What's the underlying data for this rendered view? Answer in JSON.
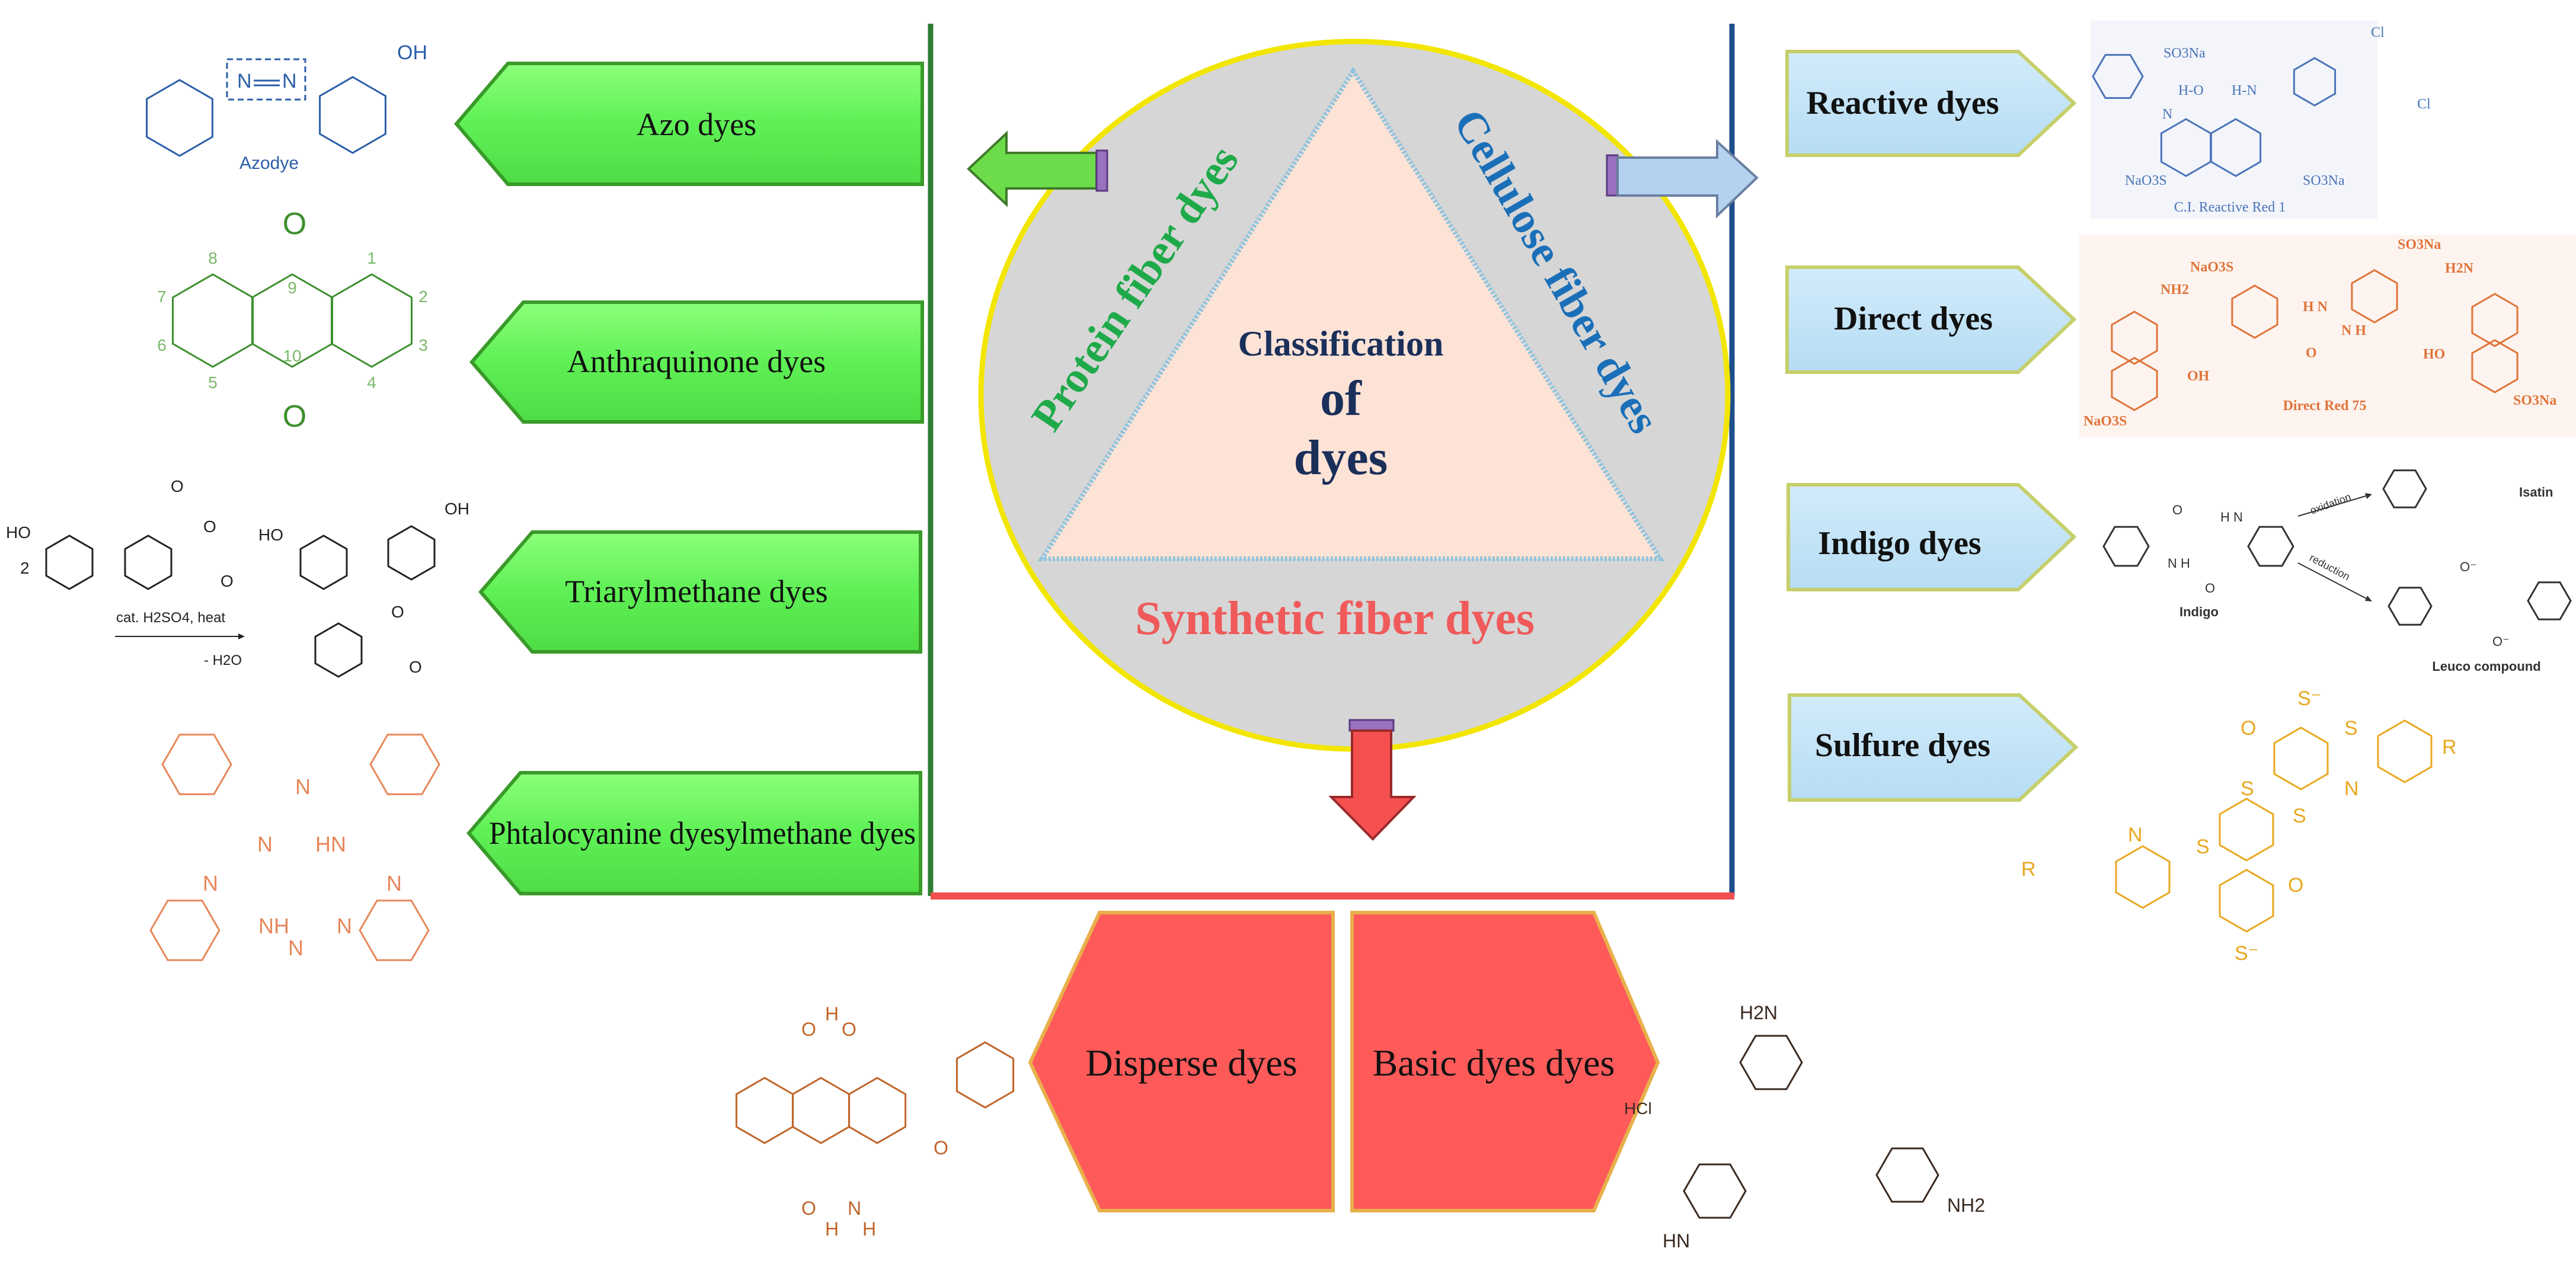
{
  "center": {
    "title_line1": "Classification",
    "title_line2": "of",
    "title_line3": "dyes",
    "protein": "Protein fiber dyes",
    "cellulose": "Cellulose fiber dyes",
    "synthetic": "Synthetic fiber dyes"
  },
  "protein_classes": [
    "Azo dyes",
    "Anthraquinone dyes",
    "Triarylmethane dyes",
    "Phtalocyanine dyesylmethane dyes"
  ],
  "cellulose_classes": [
    "Reactive dyes",
    "Direct dyes",
    "Indigo dyes",
    "Sulfure dyes"
  ],
  "synthetic_classes": [
    "Disperse dyes",
    "Basic dyes dyes"
  ],
  "structures": {
    "azo": {
      "label": "Azodye",
      "n1": "N",
      "n2": "N",
      "oh": "OH"
    },
    "anthraquinone": {
      "o_top": "O",
      "o_bottom": "O",
      "positions": [
        "1",
        "2",
        "3",
        "4",
        "5",
        "6",
        "7",
        "8",
        "9",
        "10"
      ]
    },
    "triarylmethane": {
      "ho": "HO",
      "coeff": "2",
      "o1": "O",
      "o2": "O",
      "o3": "O",
      "conditions": "cat. H2SO4, heat",
      "byproduct": "- H2O",
      "p_ho": "HO",
      "p_oh": "OH",
      "p_o1": "O",
      "p_o2": "O"
    },
    "phthalocyanine": {
      "n_top": "N",
      "n_l": "N",
      "hn": "HN",
      "n_ll": "N",
      "n_rr": "N",
      "nh": "NH",
      "n_r": "N",
      "n_bottom": "N"
    },
    "reactive": {
      "name": "C.I. Reactive Red 1",
      "so3na_1": "SO3Na",
      "cl_1": "Cl",
      "cl_2": "Cl",
      "nao3s": "NaO3S",
      "so3na_2": "SO3Na",
      "ho": "H-O",
      "hn": "H-N",
      "n": "N"
    },
    "direct": {
      "name": "Direct Red 75",
      "nao3s_1": "NaO3S",
      "nh2": "NH2",
      "so3na_1": "SO3Na",
      "h2n": "H2N",
      "oh": "OH",
      "ho": "HO",
      "nao3s_2": "NaO3S",
      "so3na_2": "SO3Na",
      "urea_o": "O",
      "nh_1": "H N",
      "nh_2": "N H"
    },
    "indigo": {
      "name": "Indigo",
      "oxidation": "oxidation",
      "reduction": "reduction",
      "isatin": "Isatin",
      "leuco": "Leuco compound",
      "o1": "O",
      "o2": "O",
      "nh1": "N H",
      "nh2": "H N",
      "o_minus1": "O⁻",
      "o_minus2": "O⁻"
    },
    "sulfur": {
      "s_minus_top": "S⁻",
      "s_minus_bottom": "S⁻",
      "o1": "O",
      "o2": "O",
      "s1": "S",
      "s2": "S",
      "s3": "S",
      "s4": "S",
      "n1": "N",
      "n2": "N",
      "r1": "R",
      "r2": "R"
    },
    "disperse": {
      "o1": "O",
      "h1": "H",
      "o2": "O",
      "o3": "O",
      "n": "N",
      "h2": "H",
      "h3": "H",
      "o_ether": "O"
    },
    "basic": {
      "h2n": "H2N",
      "nh2": "NH2",
      "hn": "HN",
      "hcl": "HCl"
    }
  },
  "colors": {
    "protein": "#1faa4a",
    "cellulose": "#1a6fb8",
    "synthetic": "#f05a5a",
    "title": "#1a2f5a",
    "green_box": "#62f25a",
    "blue_box": "#bfe3f7",
    "red_box": "#ff5a5a"
  }
}
